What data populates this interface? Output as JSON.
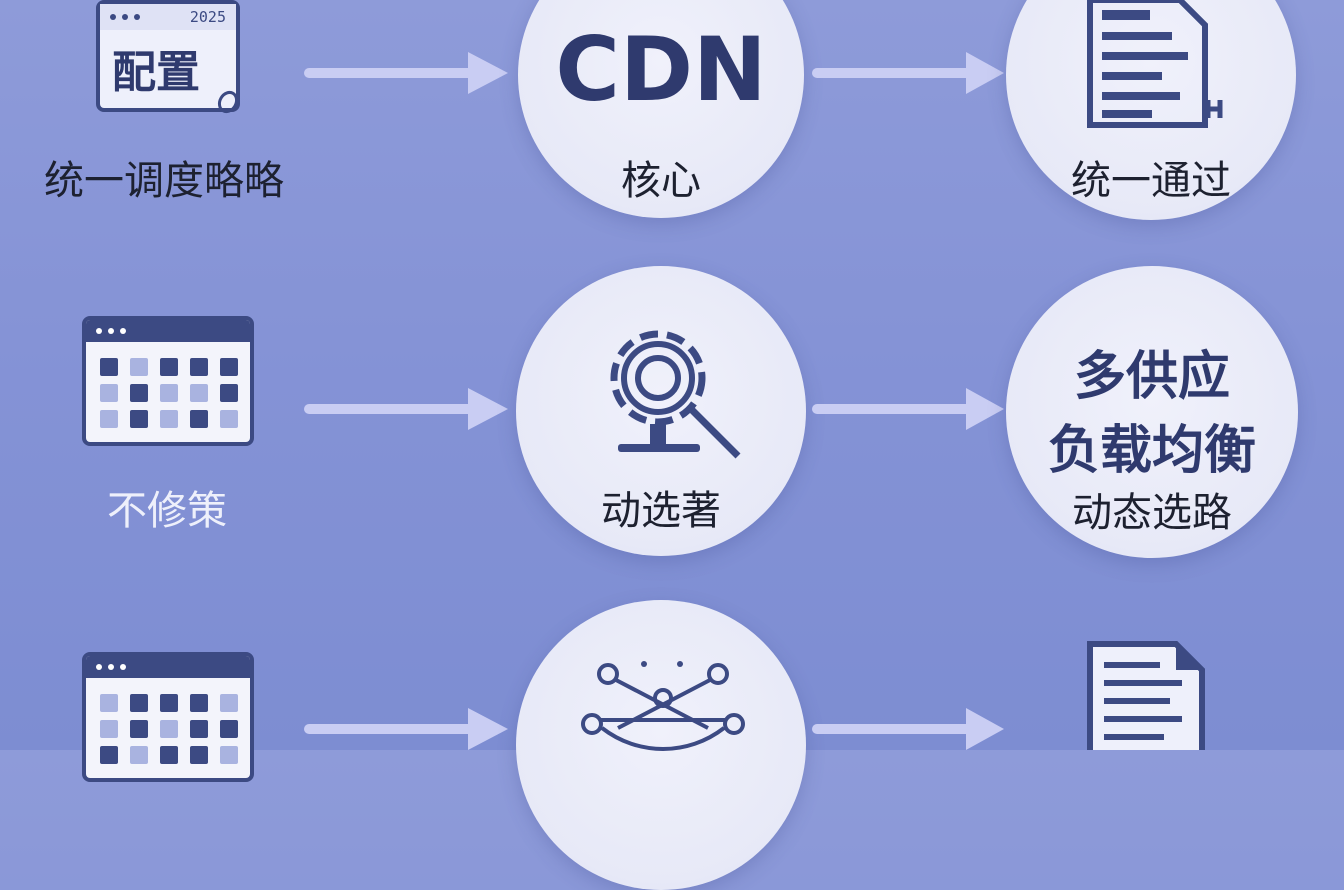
{
  "rows": [
    {
      "left": {
        "year": "2025",
        "title": "配置",
        "caption": "统一调度略略"
      },
      "center": {
        "title": "CDN",
        "caption": "核心"
      },
      "right": {
        "caption": "统一通过"
      }
    },
    {
      "left": {
        "caption": "不修策"
      },
      "center": {
        "caption": "动选著"
      },
      "right": {
        "line1": "多供应",
        "line2": "负载均衡",
        "line3": "动态选路"
      }
    },
    {
      "left": {},
      "center": {},
      "right": {}
    }
  ],
  "colors": {
    "accent": "#3c4a83",
    "arrow": "#c9cdf3",
    "circle": "#eceef9"
  },
  "icons": [
    "calendar-config-icon",
    "document-icon",
    "calendar-grid-icon",
    "gear-magnifier-icon",
    "network-nodes-icon"
  ]
}
